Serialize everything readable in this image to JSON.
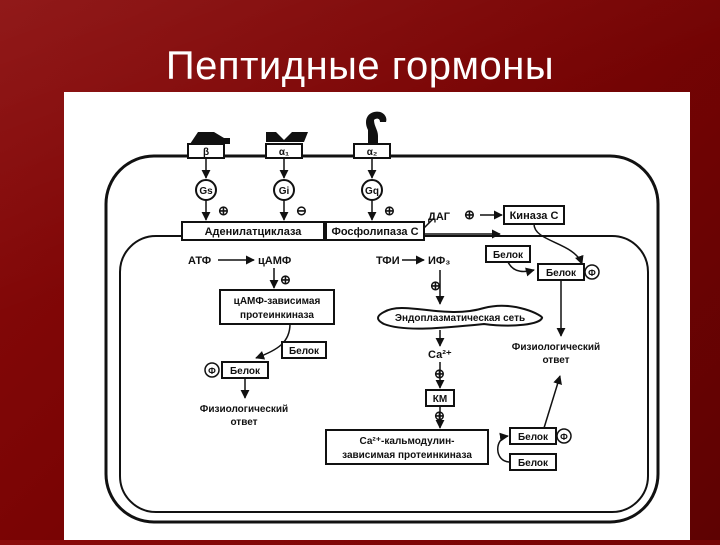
{
  "slide": {
    "title": "Пептидные гормоны",
    "colors": {
      "background": "#7a0404",
      "title": "#ffffff",
      "panel": "#ffffff",
      "ink": "#111111"
    }
  },
  "diagram": {
    "receptors": [
      "β",
      "α₁",
      "α₂"
    ],
    "g_proteins": [
      "Gs",
      "Gi",
      "Gq"
    ],
    "signs": {
      "plus": "⊕",
      "minus": "⊖"
    },
    "nodes": {
      "adenylate_cyclase": "Аденилатциклаза",
      "phospholipase": "Фосфолипаза С",
      "dag": "ДАГ",
      "kinase_c": "Киназа С",
      "atf": "АТФ",
      "camp": "цАМФ",
      "tfi": "ТФИ",
      "if3": "ИФ₃",
      "pka_line1": "цАМФ-зависимая",
      "pka_line2": "протеинкиназа",
      "er": "Эндоплазматическая сеть",
      "ca": "Са²⁺",
      "km": "КМ",
      "cam_kinase_line1": "Са²⁺-кальмодулин-",
      "cam_kinase_line2": "зависимая протеинкиназа",
      "protein": "Белок",
      "phos": "Ф",
      "response_line1": "Физиологический",
      "response_line2": "ответ"
    }
  }
}
